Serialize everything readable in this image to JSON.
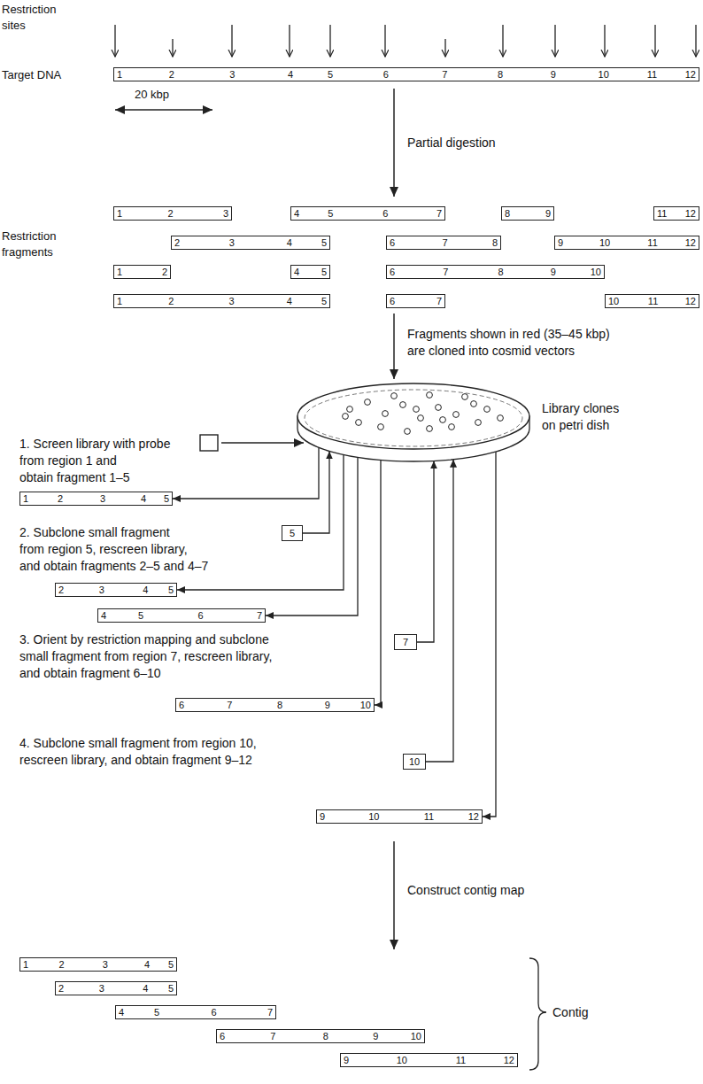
{
  "diagram": {
    "nodes": [
      {
        "text": [
          "1",
          "2",
          "3",
          "4",
          "5",
          "6",
          "7",
          "8",
          "9",
          "10",
          "11",
          "12"
        ]
      },
      {
        "text": [
          "1",
          "2",
          "3"
        ]
      },
      {
        "text": [
          "4",
          "5",
          "6",
          "7"
        ]
      },
      {
        "text": [
          "8",
          "9"
        ]
      },
      {
        "text": [
          "11",
          "12"
        ]
      },
      {
        "text": [
          "2",
          "3",
          "4",
          "5"
        ]
      },
      {
        "text": [
          "6",
          "7",
          "8"
        ]
      },
      {
        "text": [
          "9",
          "10",
          "11",
          "12"
        ]
      },
      {
        "text": [
          "1",
          "2"
        ]
      },
      {
        "text": [
          "4",
          "5"
        ]
      },
      {
        "text": [
          "6",
          "7",
          "8",
          "9",
          "10"
        ]
      },
      {
        "text": [
          "1",
          "2",
          "3",
          "4",
          "5"
        ]
      },
      {
        "text": [
          "6",
          "7"
        ]
      },
      {
        "text": [
          "10",
          "11",
          "12"
        ]
      },
      {
        "text": [
          "Library clones on petri dish"
        ]
      },
      {
        "text": [
          "1",
          "2",
          "3",
          "4",
          "5"
        ]
      },
      {
        "text": [
          "5"
        ]
      },
      {
        "text": [
          "2",
          "3",
          "4",
          "5"
        ]
      },
      {
        "text": [
          "4",
          "5",
          "6",
          "7"
        ]
      },
      {
        "text": [
          "7"
        ]
      },
      {
        "text": [
          "6",
          "7",
          "8",
          "9",
          "10"
        ]
      },
      {
        "text": [
          "10"
        ]
      },
      {
        "text": [
          "9",
          "10",
          "11",
          "12"
        ]
      },
      {
        "text": [
          "1",
          "2",
          "3",
          "4",
          "5"
        ]
      },
      {
        "text": [
          "2",
          "3",
          "4",
          "5"
        ]
      },
      {
        "text": [
          "4",
          "5",
          "6",
          "7"
        ]
      },
      {
        "text": [
          "6",
          "7",
          "8",
          "9",
          "10"
        ]
      },
      {
        "text": [
          "9",
          "10",
          "11",
          "12"
        ]
      }
    ],
    "edges": [
      {
        "from": 14,
        "to": 15,
        "arrow": "to"
      },
      {
        "from": 16,
        "to": 14,
        "arrow": "to"
      },
      {
        "from": 14,
        "to": 17,
        "arrow": "to"
      },
      {
        "from": 14,
        "to": 18,
        "arrow": "to"
      },
      {
        "from": 19,
        "to": 14,
        "arrow": "to"
      },
      {
        "from": 14,
        "to": 20,
        "arrow": "to"
      },
      {
        "from": 21,
        "to": 14,
        "arrow": "to"
      },
      {
        "from": 14,
        "to": 22,
        "arrow": "to"
      }
    ],
    "labels": [
      "Restriction sites",
      "Target DNA",
      "20 kbp",
      "Partial digestion",
      "Restriction fragments",
      "Fragments shown in red (35–45 kbp) are cloned into cosmid vectors",
      "1. Screen library with probe from region 1 and obtain fragment 1–5",
      "2. Subclone small fragment from region 5, rescreen library, and obtain fragments 2–5 and 4–7",
      "3. Orient by restriction mapping and subclone small fragment from region 7, rescreen library, and obtain fragment 6–10",
      "4. Subclone small fragment from region 10, rescreen library, and obtain fragment 9–12",
      "Construct contig map",
      "Contig"
    ]
  }
}
